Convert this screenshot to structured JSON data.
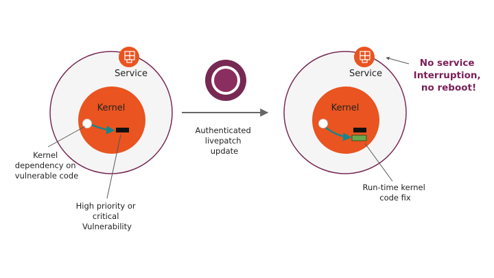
{
  "labels": {
    "service_left": "Service",
    "service_right": "Service",
    "kernel_left": "Kernel",
    "kernel_right": "Kernel",
    "kernel_dependency": [
      "Kernel",
      "dependency on",
      "vulnerable code"
    ],
    "vulnerability": [
      "High priority or",
      "critical",
      "Vulnerability"
    ],
    "update": [
      "Authenticated",
      "livepatch",
      "update"
    ],
    "no_interruption": [
      "No service",
      "Interruption,",
      "no reboot!"
    ],
    "runtime_fix": [
      "Run-time kernel",
      "code fix"
    ]
  },
  "colors": {
    "orange": "#e95420",
    "aubergine": "#772953",
    "aubergine_light": "#8a2e60",
    "service_bg": "#f5f5f5",
    "teal_arrow": "#17868a",
    "green_patch": "#6aa84f",
    "connector": "#555555",
    "main_arrow": "#666666",
    "emphasis_text": "#7a1e57"
  },
  "icons": {
    "service": "boxes-icon",
    "livepatch": "livepatch-ring-icon"
  }
}
